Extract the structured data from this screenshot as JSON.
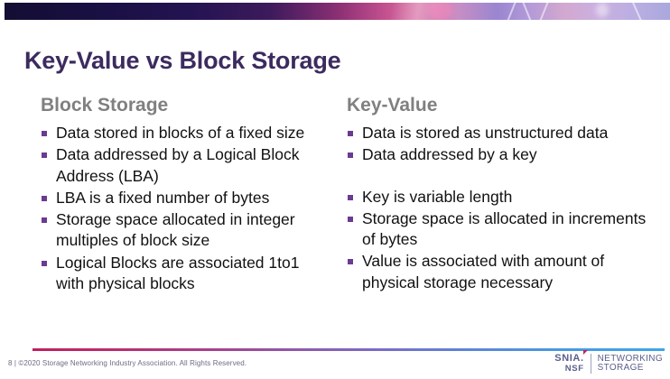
{
  "slide": {
    "title": "Key-Value vs Block Storage"
  },
  "columns": [
    {
      "heading": "Block Storage",
      "bullets": [
        "Data stored in blocks of a fixed size",
        "Data addressed by a Logical Block Address (LBA)",
        "LBA is a fixed number of bytes",
        "Storage space allocated in integer multiples of block size",
        "Logical Blocks are associated 1to1 with physical blocks"
      ]
    },
    {
      "heading": "Key-Value",
      "bullets": [
        "Data is stored as unstructured data",
        "Data addressed by a key",
        "",
        "Key is variable length",
        "Storage space is allocated in increments of bytes",
        "Value is associated with amount of physical storage necessary"
      ]
    }
  ],
  "footer": {
    "copyright": "8 | ©2020 Storage Networking Industry Association. All Rights Reserved.",
    "logo": {
      "snia": "SNIA.",
      "nsf": "NSF",
      "networking": "NETWORKING",
      "storage": "STORAGE"
    }
  },
  "colors": {
    "title": "#3c2b5f",
    "heading": "#808080",
    "bullet_marker": "#6b3a91",
    "body_text": "#111111",
    "footer_text": "#6f6a84",
    "logo_text": "#5a5f8a",
    "rule_start": "#c01f5e",
    "rule_end": "#3ea6e8"
  }
}
